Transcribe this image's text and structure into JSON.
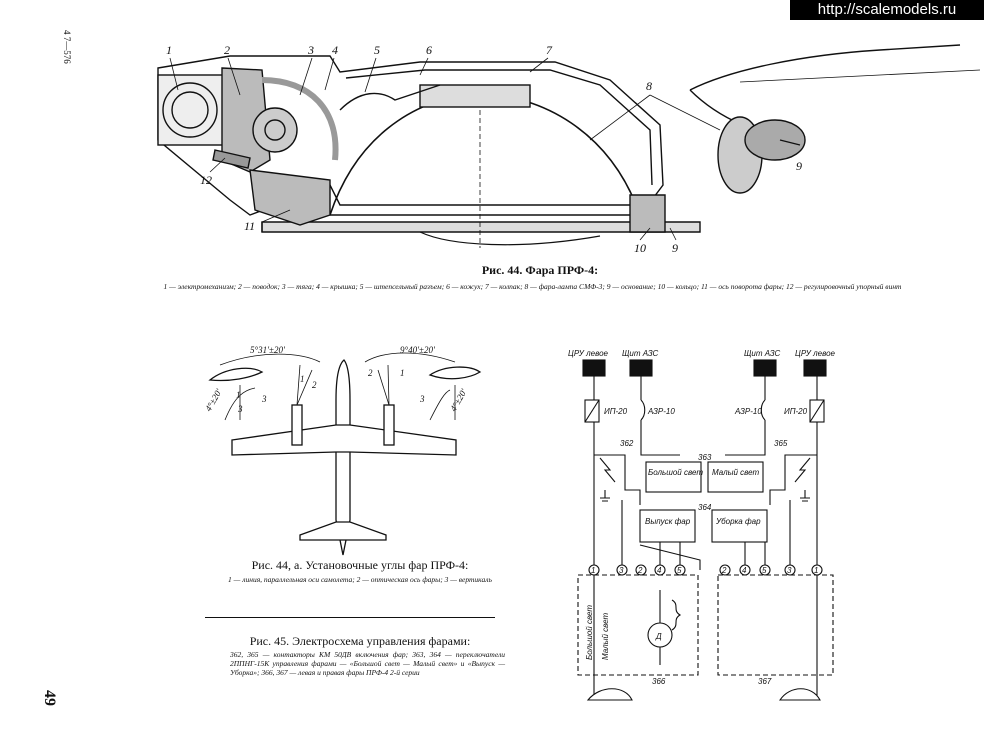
{
  "watermark": "http://scalemodels.ru",
  "margin": {
    "side_code": "4 7—576",
    "page_number": "49"
  },
  "fig44": {
    "title": "Рис. 44. Фара ПРФ-4:",
    "legend": "1 — электромеханизм; 2 — поводок; 3 — тяга; 4 — крышка; 5 — штепсельный разъем; 6 — кожух; 7 — колпак; 8 — фара-лампа СМФ-3; 9 — основание; 10 — кольцо; 11 — ось поворота фары; 12 — регулировочный упорный винт",
    "callouts": [
      "1",
      "2",
      "3",
      "4",
      "5",
      "6",
      "7",
      "8",
      "9",
      "10",
      "9",
      "11",
      "12"
    ]
  },
  "fig44a": {
    "title": "Рис. 44, а. Установочные углы фар ПРФ-4:",
    "legend": "1 — линия, параллельная оси самолета; 2 — оптическая ось фары; 3 — вертикаль",
    "angles": [
      "5°31'±20'",
      "4°±20'",
      "9°40'±20'",
      "4°±20'"
    ],
    "callouts": [
      "1",
      "2",
      "3",
      "2",
      "1",
      "3",
      "1",
      "3"
    ]
  },
  "fig45": {
    "title": "Рис. 45. Электросхема управления фарами:",
    "legend": "362, 365 — контакторы КМ 50ДВ включения фар; 363, 364 — переключатели 2ППНГ-15К управления фарами — «Большой свет — Малый свет» и «Выпуск — Уборка»; 366, 367 — левая и правая фары ПРФ-4 2-й серии"
  },
  "schematic": {
    "top_left_1": "ЦРУ левое",
    "top_left_2": "Щит АЗС",
    "top_right_1": "Щит АЗС",
    "top_right_2": "ЦРУ левое",
    "ip_left": "ИП-20",
    "azr_left": "АЗР-10",
    "azr_right": "АЗР-10",
    "ip_right": "ИП-20",
    "c362": "362",
    "c363": "363",
    "c364": "364",
    "c365": "365",
    "big_light": "Большой свет",
    "small_light": "Малый свет",
    "extend": "Выпуск фар",
    "retract": "Уборка фар",
    "lamp366": "366",
    "lamp367": "367",
    "motor": "Д",
    "side_big": "Большой свет",
    "side_small": "Малый свет",
    "terminals": [
      "1",
      "3",
      "2",
      "4",
      "5",
      "2",
      "4",
      "5",
      "3",
      "1"
    ]
  }
}
